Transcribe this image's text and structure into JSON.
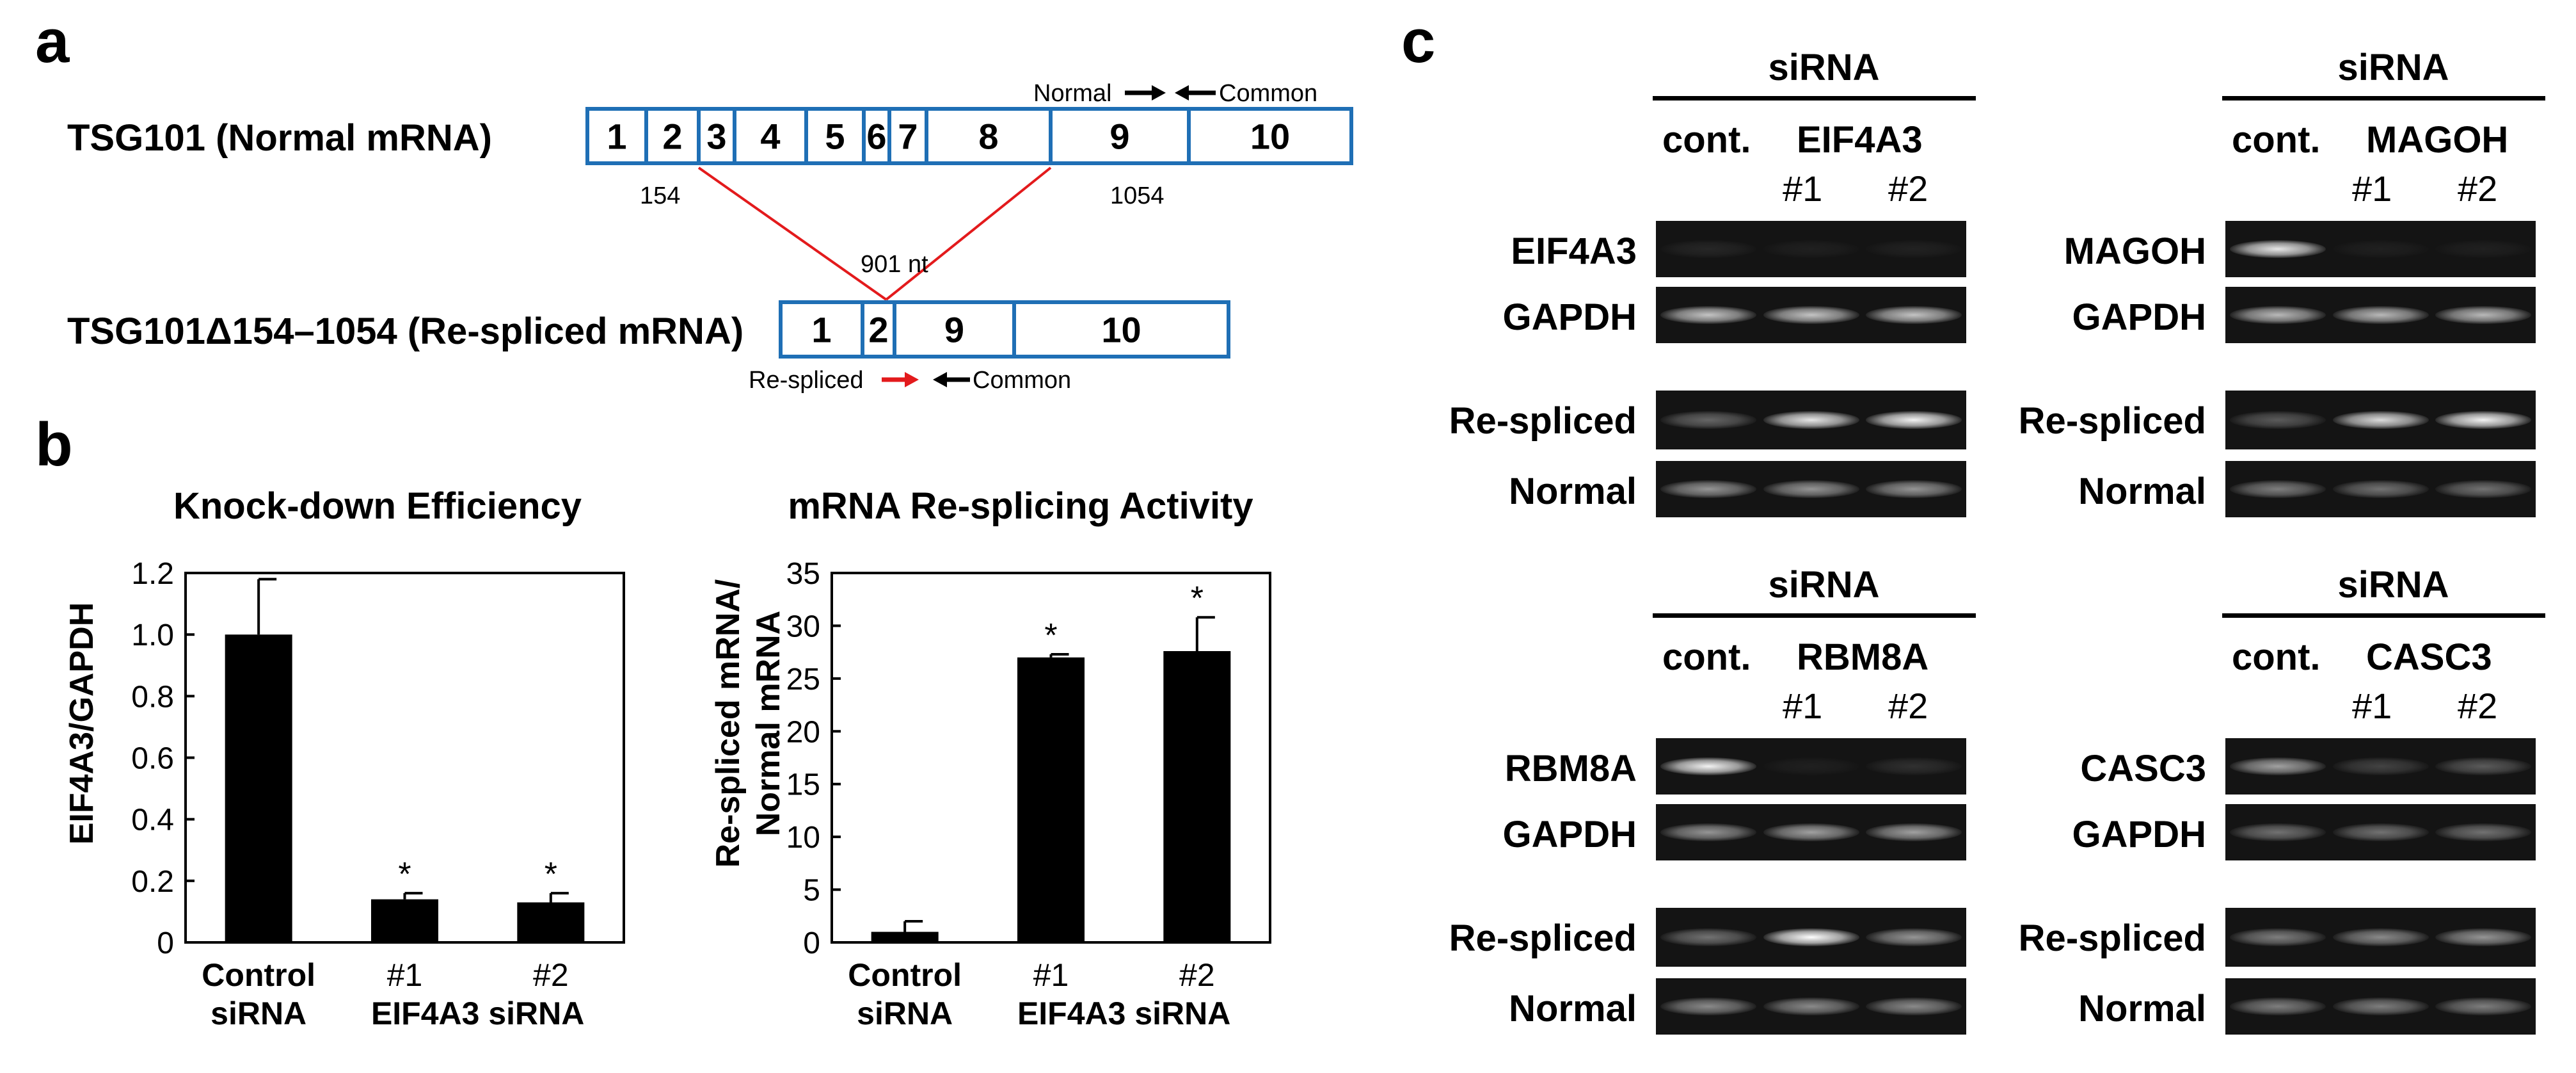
{
  "panels": {
    "a": "a",
    "b": "b",
    "c": "c"
  },
  "panel_a": {
    "normal_label": "TSG101 (Normal mRNA)",
    "resplice_label": "TSG101Δ154–1054 (Re-spliced mRNA)",
    "normal_exons": [
      "1",
      "2",
      "3",
      "4",
      "5",
      "6",
      "7",
      "8",
      "9",
      "10"
    ],
    "resplice_exons": [
      "1",
      "2",
      "9",
      "10"
    ],
    "pos_start": "154",
    "pos_end": "1054",
    "deleted_len": "901 nt",
    "primer_normal": "Normal",
    "primer_common": "Common",
    "primer_respliced": "Re-spliced",
    "primer_common_bottom": "Common",
    "exon_color": "#1f6fb5",
    "resplice_line_color": "#e31a1c",
    "resplice_arrow_color": "#e31a1c"
  },
  "panel_b": {
    "knockdown_title": "Knock-down Efficiency",
    "knockdown_ylabel": "EIF4A3/GAPDH",
    "knockdown_ticks": [
      "0",
      "0.2",
      "0.4",
      "0.6",
      "0.8",
      "1.0",
      "1.2"
    ],
    "activity_title": "mRNA Re-splicing Activity",
    "activity_ylabel_1": "Re-spliced mRNA/",
    "activity_ylabel_2": "Normal mRNA",
    "activity_ticks": [
      "0",
      "5",
      "10",
      "15",
      "20",
      "25",
      "30",
      "35"
    ],
    "xcat_control_1": "Control",
    "xcat_control_2": "siRNA",
    "xcat_1": "#1",
    "xcat_2": "#2",
    "xgroup": "EIF4A3 siRNA",
    "star": "*"
  },
  "chart_data": [
    {
      "type": "bar",
      "title": "Knock-down Efficiency",
      "xlabel": "",
      "ylabel": "EIF4A3/GAPDH",
      "categories": [
        "Control siRNA",
        "#1",
        "#2"
      ],
      "values": [
        1.0,
        0.14,
        0.13
      ],
      "errors": [
        0.18,
        0.02,
        0.03
      ],
      "significance": [
        "",
        "*",
        "*"
      ],
      "ylim": [
        0,
        1.2
      ],
      "grid": false
    },
    {
      "type": "bar",
      "title": "mRNA Re-splicing Activity",
      "xlabel": "",
      "ylabel": "Re-spliced mRNA/ Normal mRNA",
      "categories": [
        "Control siRNA",
        "#1",
        "#2"
      ],
      "values": [
        1.0,
        27.0,
        27.6
      ],
      "errors": [
        1.0,
        0.3,
        3.2
      ],
      "significance": [
        "",
        "*",
        "*"
      ],
      "ylim": [
        0,
        35
      ],
      "grid": false
    }
  ],
  "panel_c": {
    "siRNA": "siRNA",
    "cont": "cont.",
    "lane1": "#1",
    "lane2": "#2",
    "gapdh": "GAPDH",
    "respliced": "Re-spliced",
    "normal": "Normal",
    "blocks": [
      {
        "target": "EIF4A3",
        "bands": {
          "target": [
            0.08,
            0.05,
            0.06
          ],
          "gapdh": [
            0.75,
            0.75,
            0.75
          ],
          "respliced": [
            0.35,
            0.9,
            0.95
          ],
          "normal": [
            0.55,
            0.55,
            0.55
          ]
        }
      },
      {
        "target": "MAGOH",
        "bands": {
          "target": [
            0.9,
            0.04,
            0.04
          ],
          "gapdh": [
            0.7,
            0.7,
            0.7
          ],
          "respliced": [
            0.3,
            0.85,
            0.95
          ],
          "normal": [
            0.45,
            0.4,
            0.4
          ]
        }
      },
      {
        "target": "RBM8A",
        "bands": {
          "target": [
            0.95,
            0.03,
            0.12
          ],
          "gapdh": [
            0.55,
            0.6,
            0.6
          ],
          "respliced": [
            0.4,
            1.0,
            0.55
          ],
          "normal": [
            0.5,
            0.5,
            0.5
          ]
        }
      },
      {
        "target": "CASC3",
        "bands": {
          "target": [
            0.6,
            0.2,
            0.3
          ],
          "gapdh": [
            0.4,
            0.4,
            0.4
          ],
          "respliced": [
            0.45,
            0.5,
            0.55
          ],
          "normal": [
            0.45,
            0.45,
            0.45
          ]
        }
      }
    ]
  }
}
